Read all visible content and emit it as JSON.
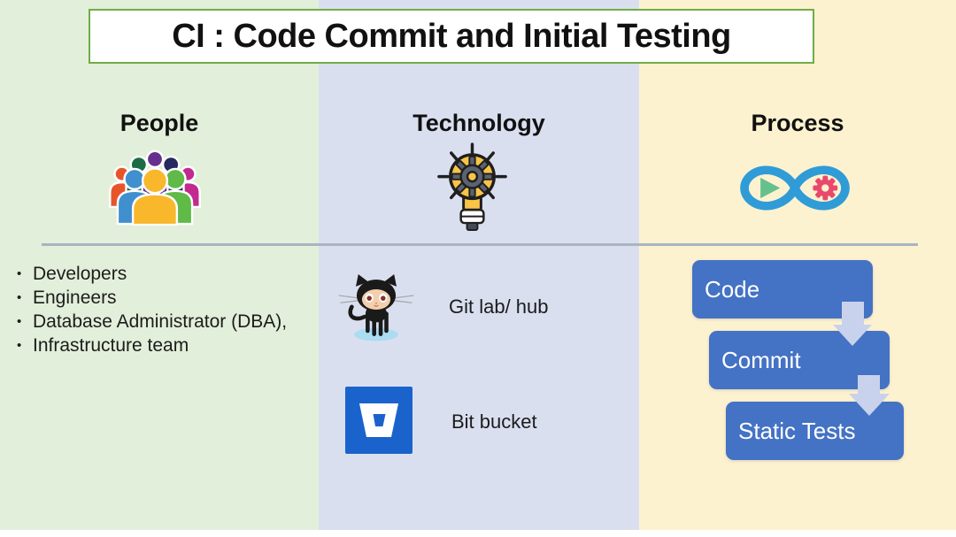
{
  "slide": {
    "title": "CI : Code Commit and Initial Testing"
  },
  "people": {
    "header": "People",
    "icon": "people-group-icon",
    "items": [
      "Developers",
      "Engineers",
      "Database Administrator (DBA),",
      "Infrastructure team"
    ]
  },
  "technology": {
    "header": "Technology",
    "icon": "lightbulb-gear-icon",
    "tools": [
      {
        "icon": "github-octocat-icon",
        "label": "Git lab/ hub"
      },
      {
        "icon": "bitbucket-icon",
        "label": "Bit bucket"
      }
    ]
  },
  "process": {
    "header": "Process",
    "icon": "devops-infinity-icon",
    "steps": [
      {
        "label": "Code"
      },
      {
        "label": "Commit"
      },
      {
        "label": "Static Tests"
      }
    ]
  },
  "colors": {
    "people_bg": "#e2efda",
    "technology_bg": "#dadff0",
    "process_bg": "#fdf2cf",
    "title_border_green": "#70ad47",
    "step_box_blue": "#4472c4",
    "arrow_lavender": "#c9d2ec",
    "divider_gray": "#a9b4c2",
    "bitbucket_blue": "#1b63cc",
    "devops_infinity_blue": "#2f9cd8",
    "devops_play_green": "#66c08e",
    "devops_gear_pink": "#e9496c",
    "bulb_yellow": "#f9c448",
    "gear_gray": "#5b6270"
  }
}
